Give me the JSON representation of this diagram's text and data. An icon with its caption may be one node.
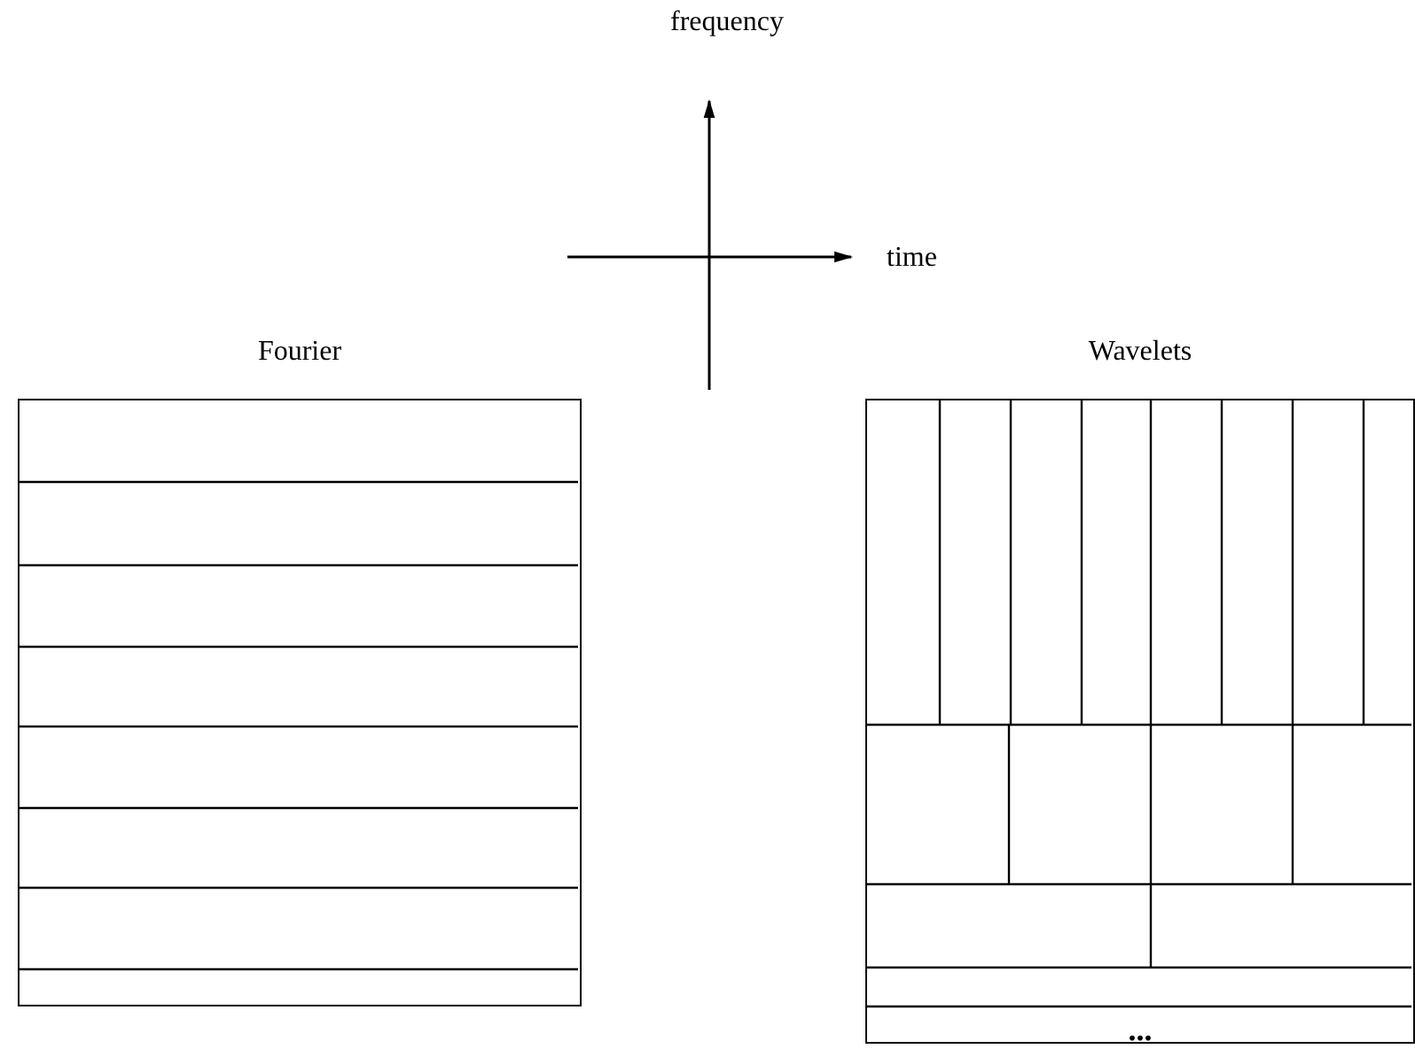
{
  "diagram": {
    "nodes": [
      {
        "text": [
          "Fourier"
        ]
      },
      {
        "text": [
          "Wavelets",
          "..."
        ]
      }
    ],
    "labels": [
      "frequency",
      "time"
    ]
  }
}
